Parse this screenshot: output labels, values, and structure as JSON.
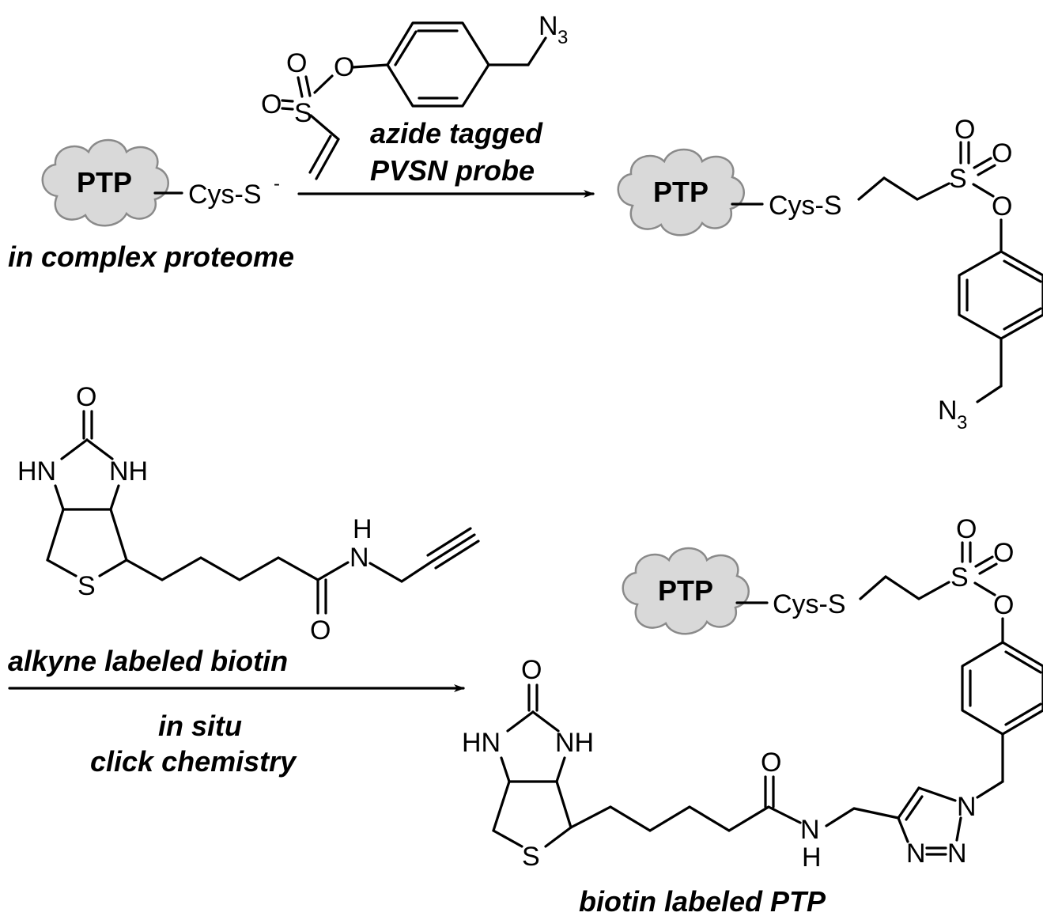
{
  "labels": {
    "ptp": "PTP",
    "cys_thiolate": "Cys-S",
    "charge_minus": "-",
    "cys_s": "Cys-S",
    "in_complex_proteome": "in complex proteome",
    "reagent1_line1": "azide tagged",
    "reagent1_line2": "PVSN probe",
    "reagent2": "alkyne labeled biotin",
    "condition_line1": "in situ",
    "condition_line2": "click chemistry",
    "product": "biotin labeled PTP"
  },
  "atoms": {
    "O": "O",
    "S": "S",
    "N": "N",
    "H": "H",
    "HN": "HN",
    "NH": "NH",
    "N3_N": "N",
    "N3_sub": "3"
  },
  "colors": {
    "cloud_fill": "#d9d9d9",
    "cloud_stroke": "#8a8a8a",
    "ink": "#000000"
  }
}
